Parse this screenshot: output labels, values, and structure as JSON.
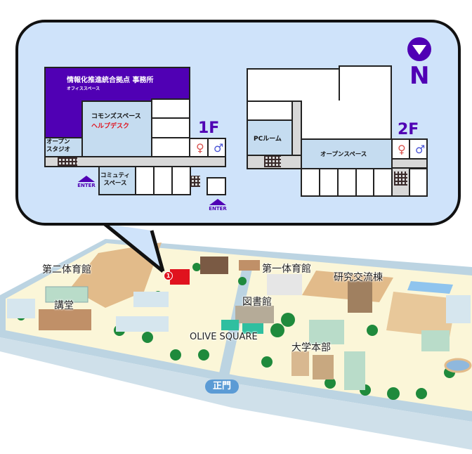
{
  "compass": {
    "label": "N",
    "icon": "north-arrow-icon",
    "color": "#5000b4"
  },
  "floor1": {
    "label": "1F",
    "office_title": "情報化推進統合拠点 事務所",
    "office_sub": "オフィススペース",
    "commons": "コモンズスペース",
    "helpdesk": "ヘルプデスク",
    "open_studio": "オープン\nスタジオ",
    "community": "コミュティ\nスペース",
    "enter1": "ENTER",
    "enter2": "ENTER"
  },
  "floor2": {
    "label": "2F",
    "pc_room": "PCルーム",
    "open_space": "オープンスペース"
  },
  "campus": {
    "marker": "1",
    "labels": {
      "gym2": "第二体育館",
      "auditorium": "講堂",
      "gym1": "第一体育館",
      "research": "研究交流棟",
      "library": "図書館",
      "olive": "OLIVE SQUARE",
      "hq": "大学本部",
      "gate": "正門"
    }
  },
  "colors": {
    "accent": "#5000b4",
    "callout_bg": "#cfe3fa",
    "room_blue": "#c5dcf0",
    "female": "#d9534f",
    "male": "#4a55d6",
    "gate": "#5b9bd5",
    "highlight": "#e0121e"
  }
}
